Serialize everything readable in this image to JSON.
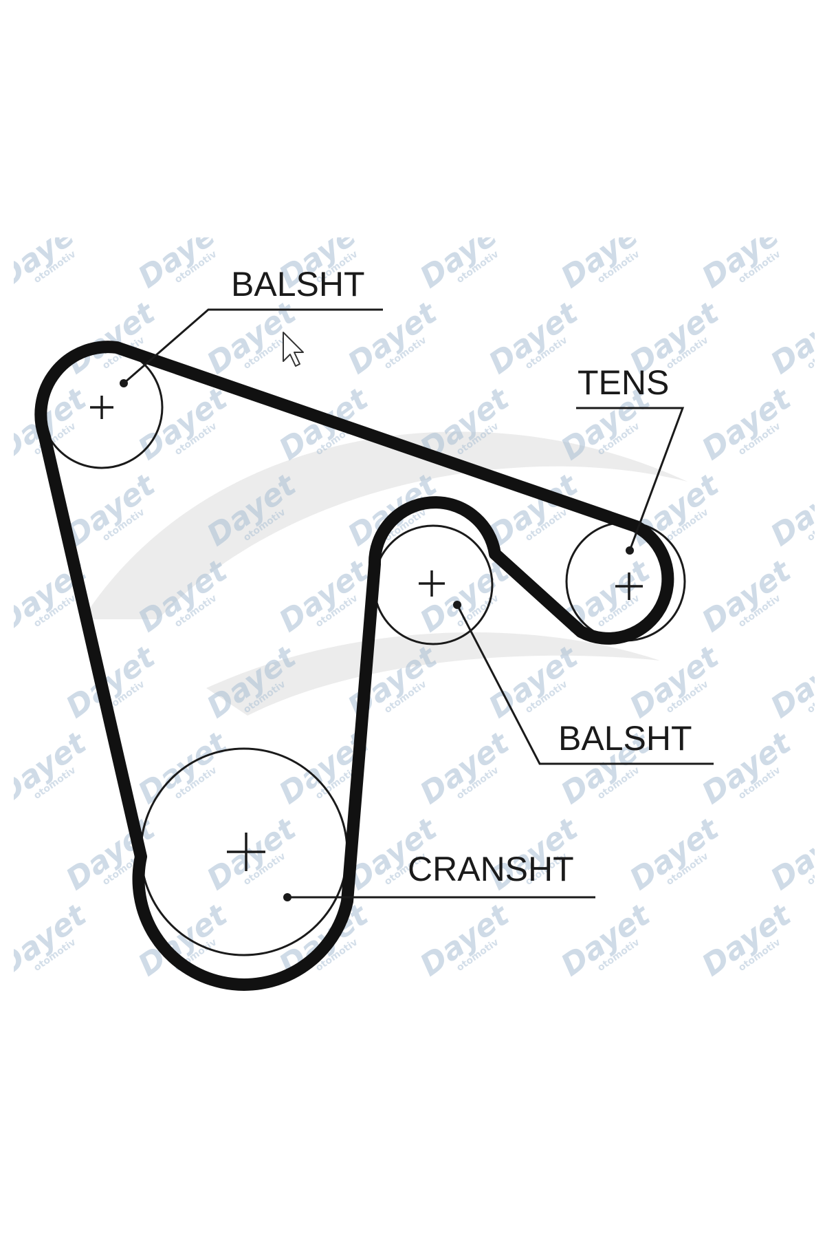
{
  "diagram": {
    "labels": {
      "balsht_top": "BALSHT",
      "tens": "TENS",
      "balsht_mid": "BALSHT",
      "cranksht": "CRANSHT"
    },
    "watermark": {
      "brand": "Dayet",
      "sub": "otomotiv"
    }
  }
}
